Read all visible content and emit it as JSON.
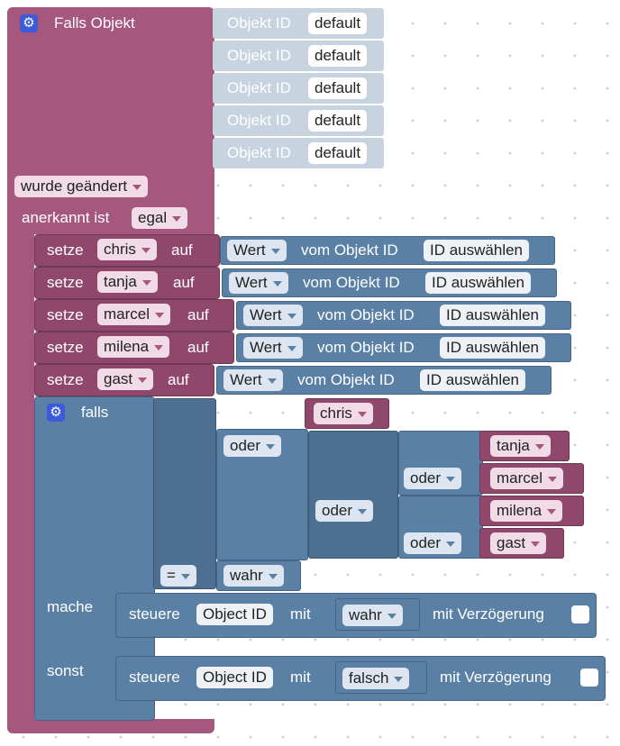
{
  "trigger": {
    "title": "Falls Objekt",
    "object_rows": [
      {
        "label": "Objekt ID",
        "value": "default"
      },
      {
        "label": "Objekt ID",
        "value": "default"
      },
      {
        "label": "Objekt ID",
        "value": "default"
      },
      {
        "label": "Objekt ID",
        "value": "default"
      },
      {
        "label": "Objekt ID",
        "value": "default"
      }
    ],
    "changed_option": "wurde geändert",
    "ack_label": "anerkannt ist",
    "ack_value": "egal"
  },
  "set_rows": [
    {
      "kw": "setze",
      "var": "chris",
      "auf": "auf",
      "prop": "Wert",
      "from": "vom Objekt ID",
      "id": "ID auswählen"
    },
    {
      "kw": "setze",
      "var": "tanja",
      "auf": "auf",
      "prop": "Wert",
      "from": "vom Objekt ID",
      "id": "ID auswählen"
    },
    {
      "kw": "setze",
      "var": "marcel",
      "auf": "auf",
      "prop": "Wert",
      "from": "vom Objekt ID",
      "id": "ID auswählen"
    },
    {
      "kw": "setze",
      "var": "milena",
      "auf": "auf",
      "prop": "Wert",
      "from": "vom Objekt ID",
      "id": "ID auswählen"
    },
    {
      "kw": "setze",
      "var": "gast",
      "auf": "auf",
      "prop": "Wert",
      "from": "vom Objekt ID",
      "id": "ID auswählen"
    }
  ],
  "if_block": {
    "falls": "falls",
    "vars": {
      "chris": "chris",
      "tanja": "tanja",
      "marcel": "marcel",
      "milena": "milena",
      "gast": "gast"
    },
    "or_op": "oder",
    "eq_op": "=",
    "true_val": "wahr",
    "mache": "mache",
    "sonst": "sonst",
    "then_action": {
      "steuere": "steuere",
      "oid": "Object ID",
      "mit": "mit",
      "value": "wahr",
      "delay": "mit Verzögerung"
    },
    "else_action": {
      "steuere": "steuere",
      "oid": "Object ID",
      "mit": "mit",
      "value": "falsch",
      "delay": "mit Verzögerung"
    }
  },
  "colors": {
    "event_block": "#a5577e",
    "logic_block": "#5b80a5",
    "object_input": "#c8d3e0"
  }
}
